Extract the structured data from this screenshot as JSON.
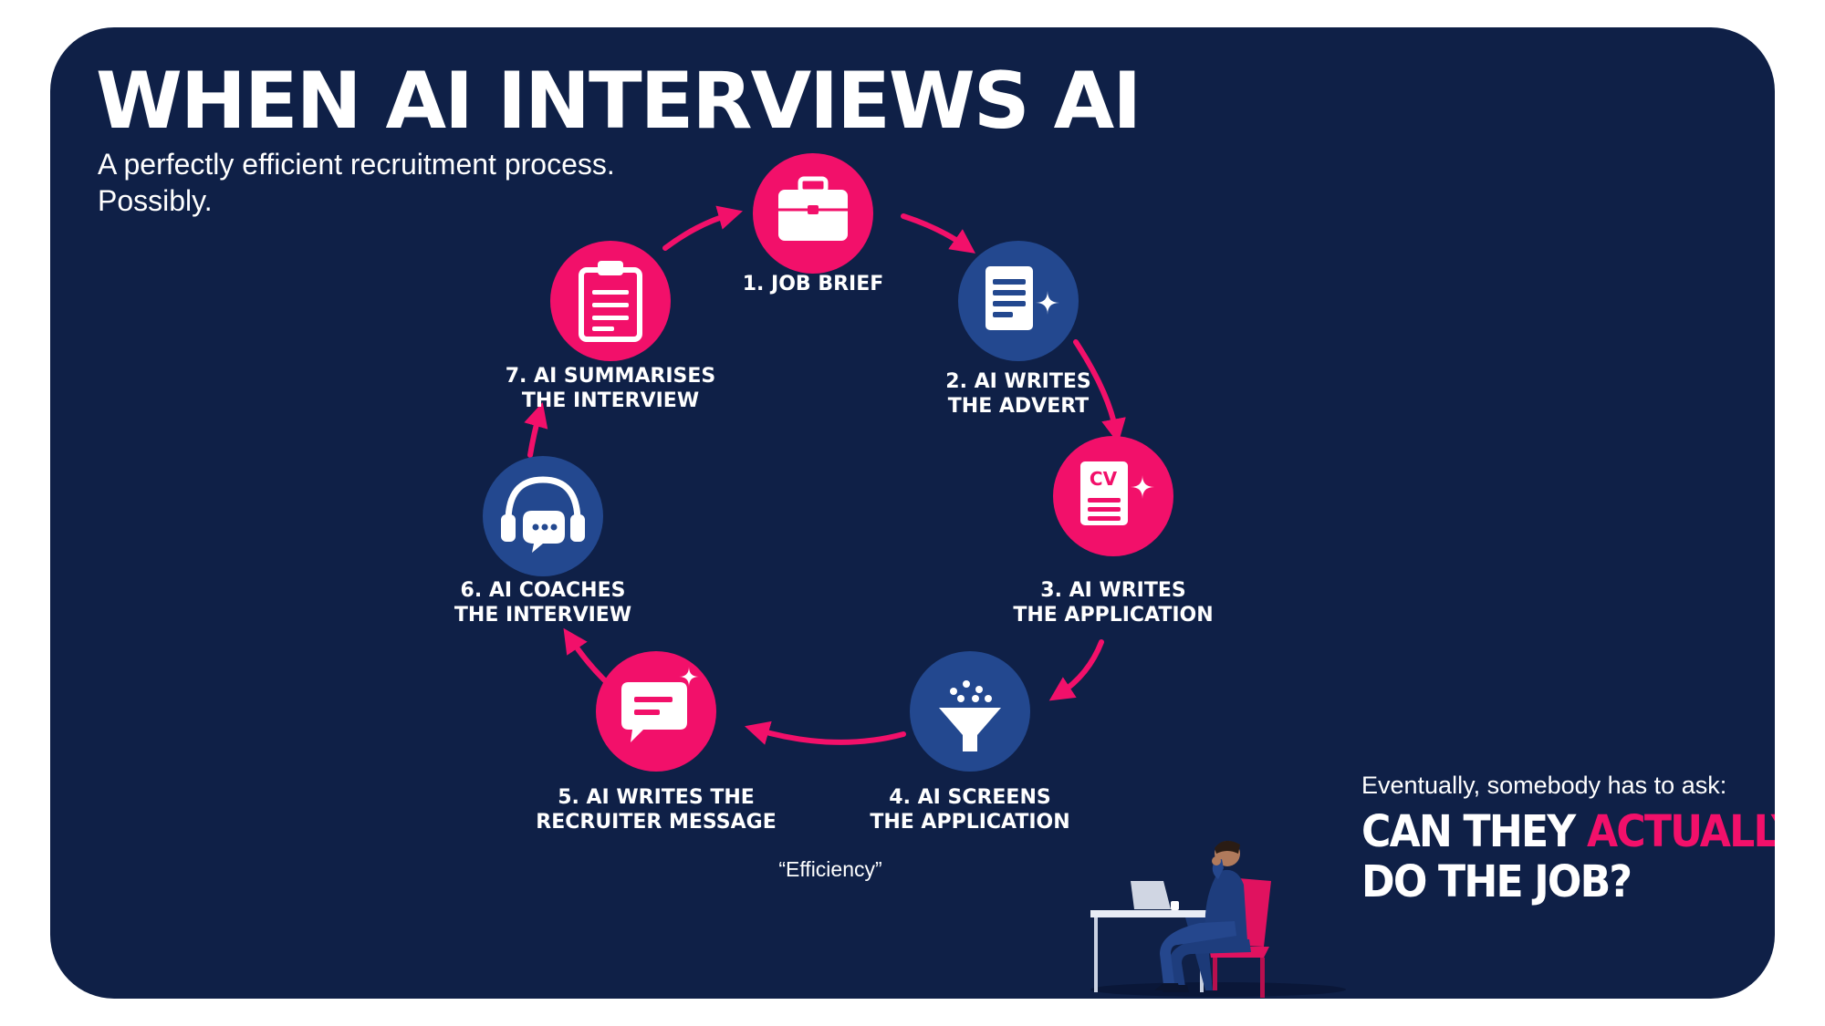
{
  "title": "WHEN AI INTERVIEWS AI",
  "subtitle": [
    "A perfectly efficient recruitment process.",
    "Possibly."
  ],
  "colors": {
    "background": "#0f2047",
    "pink": "#f2106a",
    "blue": "#23488f",
    "text": "#ffffff"
  },
  "steps": [
    {
      "lines": [
        "1. JOB BRIEF"
      ],
      "icon": "briefcase-icon",
      "color": "pink"
    },
    {
      "lines": [
        "2. AI WRITES",
        "THE ADVERT"
      ],
      "icon": "document-sparkle-icon",
      "color": "blue"
    },
    {
      "lines": [
        "3. AI WRITES",
        "THE APPLICATION"
      ],
      "icon": "cv-sparkle-icon",
      "color": "pink",
      "icon_text": "CV"
    },
    {
      "lines": [
        "4. AI SCREENS",
        "THE APPLICATION"
      ],
      "icon": "funnel-icon",
      "color": "blue"
    },
    {
      "lines": [
        "5. AI WRITES THE",
        "RECRUITER MESSAGE"
      ],
      "icon": "chat-sparkle-icon",
      "color": "pink"
    },
    {
      "lines": [
        "6. AI COACHES",
        "THE INTERVIEW"
      ],
      "icon": "headset-icon",
      "color": "blue"
    },
    {
      "lines": [
        "7. AI SUMMARISES",
        "THE INTERVIEW"
      ],
      "icon": "clipboard-icon",
      "color": "pink"
    }
  ],
  "caption": "“Efficiency”",
  "ask": "Eventually, somebody has to ask:",
  "question": {
    "line1_prefix": "CAN THEY ",
    "line1_accent": "ACTUALLY",
    "line2": "DO THE JOB?"
  },
  "illustration": "person-at-desk-icon"
}
